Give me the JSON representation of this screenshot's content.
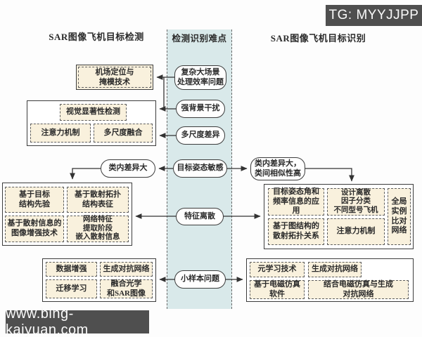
{
  "watermarks": {
    "top": "TG: MYYJJPP",
    "bottom": "www.bing-kaiyuan.com"
  },
  "headers": {
    "detection": "SAR图像飞机目标检测",
    "difficulty": "检测识别难点",
    "recognition": "SAR图像飞机目标识别"
  },
  "difficulties": {
    "complex_scene": "复杂大场景\n处理效率问题",
    "strong_background": "强背景干扰",
    "multiscale_diff": "多尺度差异",
    "pose_sensitive": "目标姿态敏感",
    "feature_discrete": "特征离散",
    "few_sample": "小样本问题"
  },
  "detection_side": {
    "airport": "机场定位与\n掩模技术",
    "saliency": "视觉显著性检测",
    "attention": "注意力机制",
    "multiscale_fusion": "多尺度融合",
    "intra_class": "类内差异大",
    "target_prior": "基于目标\n结构先验",
    "scatter_topology": "基于散射拓扑\n结构表征",
    "scatter_enhance": "基于散射信息的\n图像增强技术",
    "network_embed": "网络特征\n提取阶段\n嵌入散射信息",
    "data_augment": "数据增强",
    "gan": "生成对抗网络",
    "transfer_learning": "迁移学习",
    "optical_sar_fusion": "融合光学\n和SAR图像"
  },
  "recognition_side": {
    "intra_inter": "类内差异大，\n类间相似性高",
    "pose_freq": "目标姿态角和\n频率信息的应用",
    "discrete_factor": "设计离散\n因子分类\n不同型号飞机",
    "global_instance": "全局\n实例\n比对\n网络",
    "graph_topology": "基于图结构的\n散射拓扑关系",
    "attention": "注意力机制",
    "meta_learning": "元学习技术",
    "gan": "生成对抗网络",
    "em_simulation": "基于电磁仿真\n软件",
    "em_gan": "结合电磁仿真与生成\n对抗网络"
  },
  "colors": {
    "band": "#d9e9ea",
    "box_fill": "#f9f1dd",
    "border": "#3c3c3c",
    "watermark_bg": "#4f4f4f"
  }
}
